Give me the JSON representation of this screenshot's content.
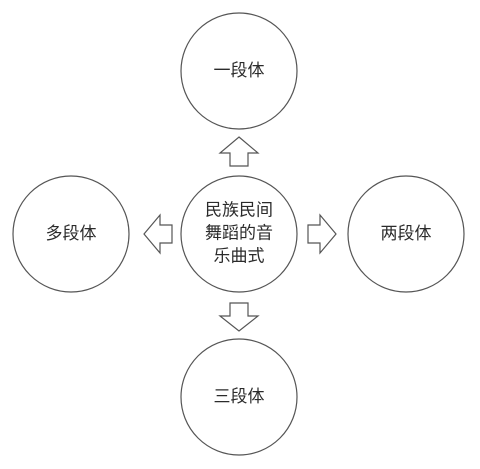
{
  "diagram": {
    "center": {
      "label": "民族民间舞蹈的音乐曲式"
    },
    "nodes": {
      "top": "一段体",
      "right": "两段体",
      "bottom": "三段体",
      "left": "多段体"
    },
    "colors": {
      "stroke": "#555555",
      "text": "#2b2b2b",
      "background": "#ffffff"
    }
  }
}
